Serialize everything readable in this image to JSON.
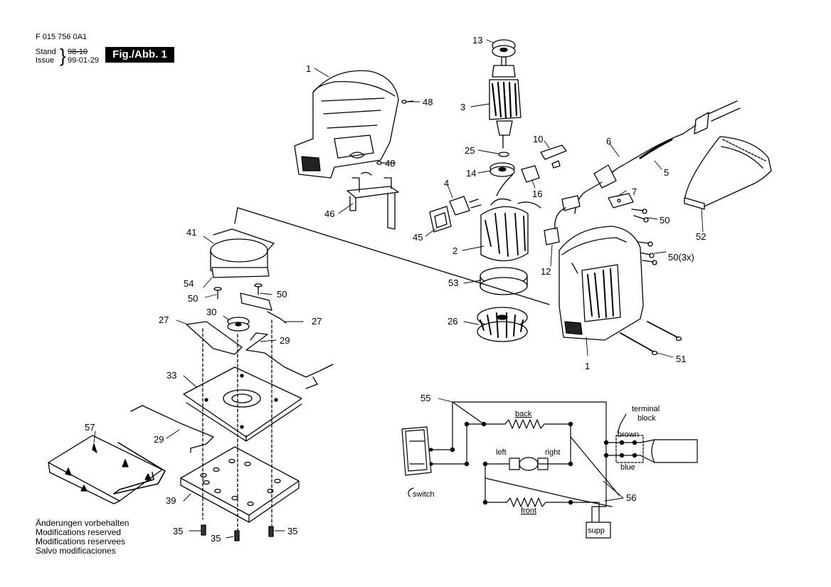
{
  "header": {
    "doc_number": "F 015 756 0A1",
    "stand_label": "Stand",
    "stand_value": "98-10",
    "issue_label": "Issue",
    "issue_value": "99-01-29",
    "figure_badge": "Fig./Abb. 1"
  },
  "notes": [
    "Änderungen vorbehalten",
    "Modifications reserved",
    "Modifications reservees",
    "Salvo modificaciones"
  ],
  "part_numbers": {
    "p1": "1",
    "p1b": "1",
    "p2": "2",
    "p3": "3",
    "p4": "4",
    "p5": "5",
    "p6": "6",
    "p7": "7",
    "p10": "10",
    "p12": "12",
    "p13": "13",
    "p14": "14",
    "p16": "16",
    "p25": "25",
    "p26": "26",
    "p27a": "27",
    "p27b": "27",
    "p29a": "29",
    "p29b": "29",
    "p30": "30",
    "p33": "33",
    "p35a": "35",
    "p35b": "35",
    "p35c": "35",
    "p39": "39",
    "p41": "41",
    "p45": "45",
    "p46": "46",
    "p48a": "48",
    "p48b": "48",
    "p50a": "50",
    "p50b": "50",
    "p50c": "50",
    "p50d": "50(3x)",
    "p51": "51",
    "p52": "52",
    "p53": "53",
    "p54": "54",
    "p55": "55",
    "p56": "56",
    "p57": "57"
  },
  "wiring": {
    "back": "back",
    "front": "front",
    "left": "left",
    "right": "right",
    "switch": "switch",
    "terminal_block_1": "terminal",
    "terminal_block_2": "block",
    "brown": "brown",
    "blue": "blue",
    "supp": "supp"
  }
}
